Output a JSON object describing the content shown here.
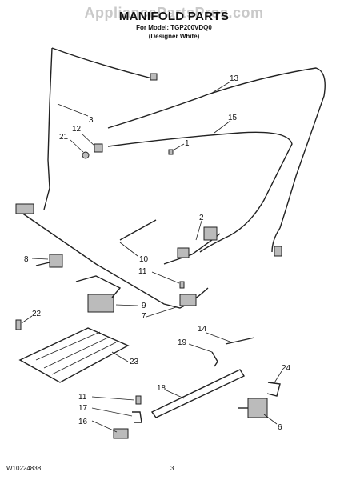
{
  "header": {
    "watermark": "AppliancePartsPros.com",
    "title": "MANIFOLD PARTS",
    "model_line": "For Model: TGP200VDQ0",
    "variant_line": "(Designer White)"
  },
  "callouts": [
    {
      "id": "13",
      "label": "13"
    },
    {
      "id": "3",
      "label": "3"
    },
    {
      "id": "12",
      "label": "12"
    },
    {
      "id": "15",
      "label": "15"
    },
    {
      "id": "21",
      "label": "21"
    },
    {
      "id": "1",
      "label": "1"
    },
    {
      "id": "2",
      "label": "2"
    },
    {
      "id": "8",
      "label": "8"
    },
    {
      "id": "10",
      "label": "10"
    },
    {
      "id": "11a",
      "label": "11"
    },
    {
      "id": "9",
      "label": "9"
    },
    {
      "id": "7",
      "label": "7"
    },
    {
      "id": "22",
      "label": "22"
    },
    {
      "id": "23",
      "label": "23"
    },
    {
      "id": "14",
      "label": "14"
    },
    {
      "id": "19",
      "label": "19"
    },
    {
      "id": "24",
      "label": "24"
    },
    {
      "id": "18",
      "label": "18"
    },
    {
      "id": "11b",
      "label": "11"
    },
    {
      "id": "17",
      "label": "17"
    },
    {
      "id": "16",
      "label": "16"
    },
    {
      "id": "6",
      "label": "6"
    }
  ],
  "footer": {
    "doc_number": "W10224838",
    "page_number": "3"
  }
}
